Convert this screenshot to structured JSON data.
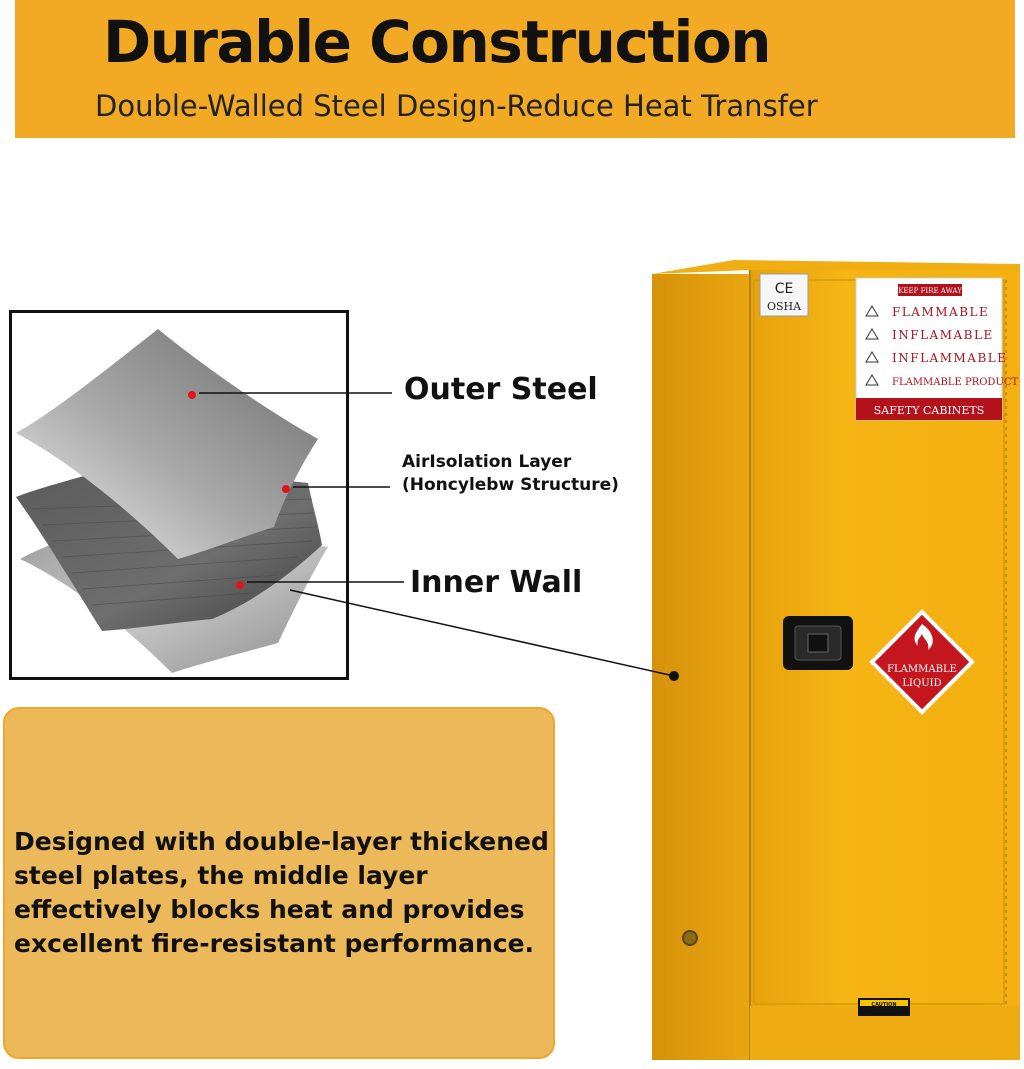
{
  "banner": {
    "title": "Durable Construction",
    "subtitle": "Double-Walled Steel Design-Reduce Heat Transfer"
  },
  "layers": {
    "outer": "Outer Steel",
    "air_line1": "AirIsolation Layer",
    "air_line2": "(Honcylebw Structure)",
    "inner": "Inner Wall"
  },
  "description": "Designed with double-layer thickened steel plates, the middle layer effectively blocks heat and provides excellent fire-resistant performance.",
  "cabinet": {
    "cert_top": "CE",
    "cert_bottom": "OSHA",
    "sticker_header": "KEEP FIRE AWAY",
    "sticker_lines": [
      "FLAMMABLE",
      "INFLAMABLE",
      "INFLAMMABLE",
      "FLAMMABLE PRODUCT"
    ],
    "sticker_footer": "SAFETY CABINETS",
    "diamond_line1": "FLAMMABLE",
    "diamond_line2": "LIQUID",
    "caution": "CAUTION"
  },
  "colors": {
    "banner": "#f2aa24",
    "cabinet_yellow": "#f5b514",
    "marker_red": "#e0141e",
    "sticker_red": "#b3121c"
  }
}
